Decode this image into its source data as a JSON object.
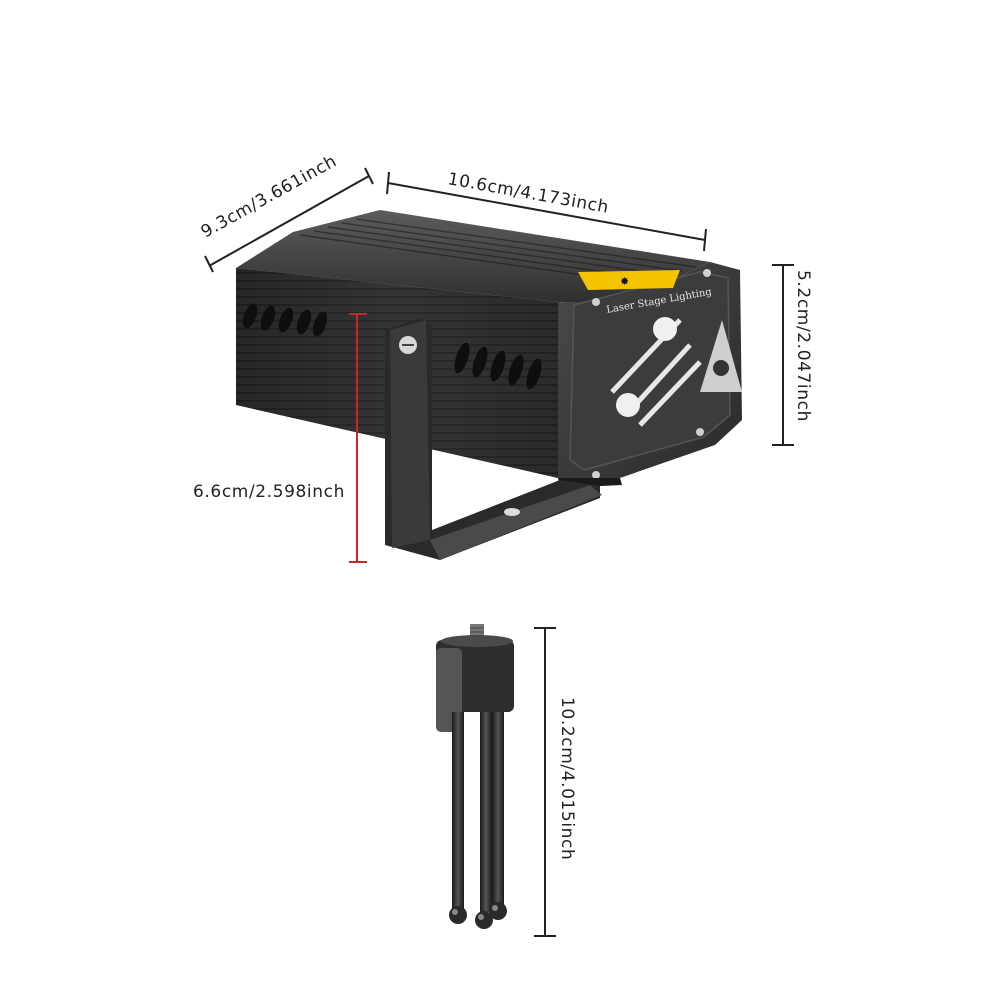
{
  "dimensions": {
    "depth": "9.3cm/3.661inch",
    "length": "10.6cm/4.173inch",
    "height": "5.2cm/2.047inch",
    "bracket_height": "6.6cm/2.598inch",
    "tripod_height": "10.2cm/4.015inch"
  },
  "device": {
    "front_label": "Laser Stage Lighting"
  },
  "colors": {
    "dimension_line": "#222222",
    "bracket_dimension_line": "#c8252c",
    "body": "#3a3a3a",
    "warning_label": "#f5c400"
  }
}
